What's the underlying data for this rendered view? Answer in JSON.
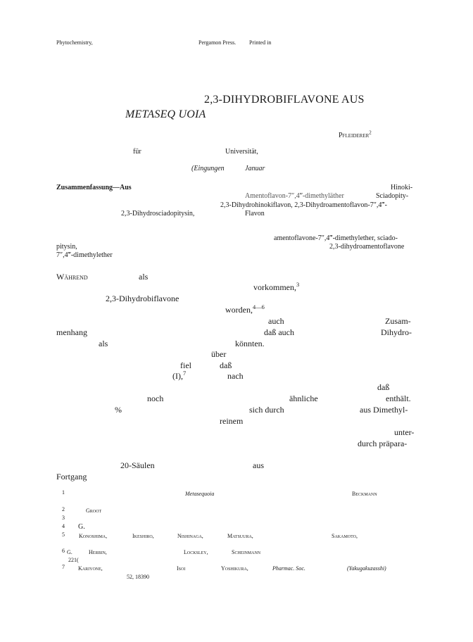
{
  "header": {
    "journal": "Phytochemistry,",
    "publisher": "Pergamon Press.",
    "printed": "Printed in"
  },
  "title": {
    "line1": "2,3-DIHYDROBIFLAVONE AUS",
    "line2": "METASEQ UOIA"
  },
  "author": {
    "name": "Pfleiderer",
    "sup": "2"
  },
  "affiliation": {
    "fuer": "für",
    "university": "Universität,"
  },
  "received": {
    "text": "(Eingungen",
    "month": "Januar"
  },
  "summary_de": {
    "label": "Zusammenfassung—Aus",
    "hinoki": "Hinoki-",
    "amento": "Amentoflavon-7″,4‴-dimethyläther",
    "sciado": "Sciadopity-",
    "line3": "2,3-Dihydrohinokiflavon, 2,3-Dihydroamentoflavon-7″,4‴-",
    "line4a": "2,3-Dihydrosciadopitysin,",
    "line4b": "Flavon"
  },
  "summary_en": {
    "line1": "amentoflavone-7″,4‴-dimethylether, sciado-",
    "line2a": "pitysin,",
    "line2b": "2,3-dihydroamentoflavone",
    "line3": "7″,4‴-dimethylether"
  },
  "body": {
    "w1": "Während",
    "w2": "als",
    "w3": "vorkommen,",
    "w3sup": "3",
    "w4": "2,3-Dihydrobiflavone",
    "w5": "worden,",
    "w5sup": "4—6",
    "w6": "auch",
    "w7": "Zusam-",
    "w8": "menhang",
    "w9": "daß auch",
    "w10": "Dihydro-",
    "w11": "als",
    "w12": "könnten.",
    "w13": "über",
    "w14": "fiel",
    "w15": "daß",
    "w16": "(I),",
    "w16sup": "7",
    "w17": "nach",
    "w18": "daß",
    "w19": "noch",
    "w20": "ähnliche",
    "w21": "enthält.",
    "w22": "%",
    "w23": "sich durch",
    "w24": "aus Dimethyl-",
    "w25": "reinem",
    "w26": "unter-",
    "w27": "durch präpara-",
    "w28": "20-Säulen",
    "w29": "aus",
    "w30": "Fortgang"
  },
  "footnotes": [
    {
      "num": "1",
      "a": "Metasequoia",
      "b": "Beckmann"
    },
    {
      "num": "2",
      "a": "Groot"
    },
    {
      "num": "3"
    },
    {
      "num": "4",
      "a": "G."
    },
    {
      "num": "5",
      "a": "Konoshima,",
      "b": "Ikeshiro,",
      "c": "Nishinaga,",
      "d": "Matsuura,",
      "e": "Sakamoto,"
    },
    {
      "num": "6",
      "a": "G.",
      "b": "Herbin,",
      "c": "Locksley,",
      "d": "Scheinmann",
      "cont": "221("
    },
    {
      "num": "7",
      "a": "Kariyone,",
      "b": "Isoi",
      "c": "Yoshikura,",
      "d": "Pharmac. Soc.",
      "e": "(Yakugakuzasshi)",
      "cont": "52, 18390"
    }
  ]
}
